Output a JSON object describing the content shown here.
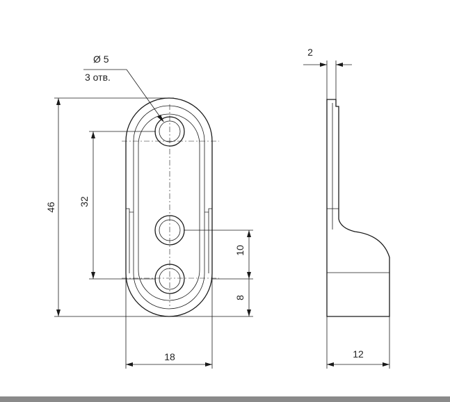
{
  "annotations": {
    "hole_diameter": "Ø 5",
    "hole_count": "3 отв.",
    "dim_thickness": "2",
    "dim_total_length": "46",
    "dim_hole_spacing": "32",
    "dim_mid_hole_offset": "10",
    "dim_edge_offset": "8",
    "dim_width": "18",
    "dim_depth": "12"
  },
  "colors": {
    "line": "#1a1a1a",
    "background": "#ffffff",
    "bottom_bar": "#8a8a8a"
  }
}
